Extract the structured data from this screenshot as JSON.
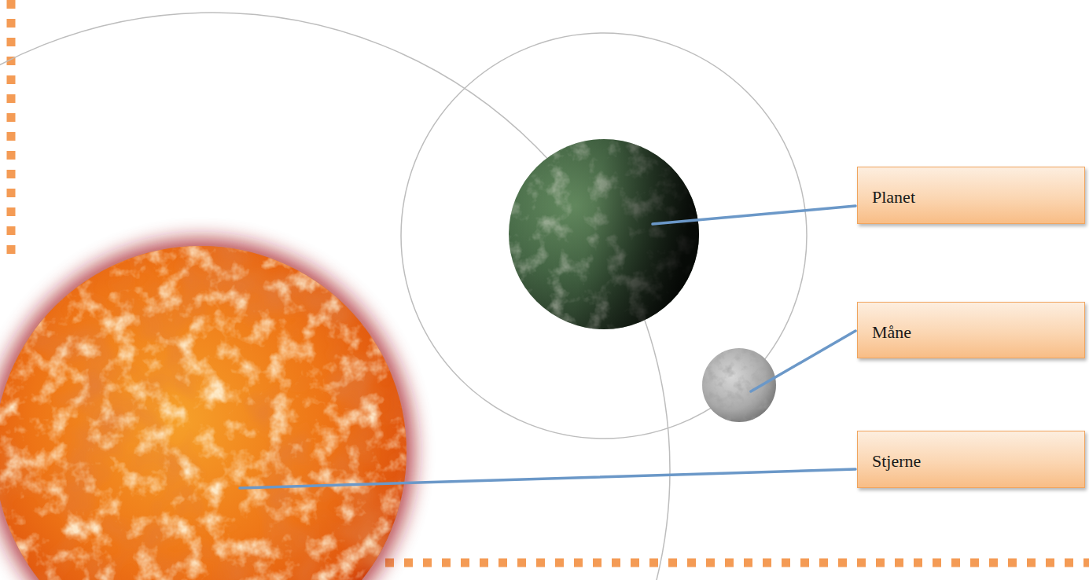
{
  "diagram": {
    "nodes": [
      {
        "text": [
          "Planet"
        ]
      },
      {
        "text": [
          "Måne"
        ]
      },
      {
        "text": [
          "Stjerne"
        ]
      }
    ]
  }
}
